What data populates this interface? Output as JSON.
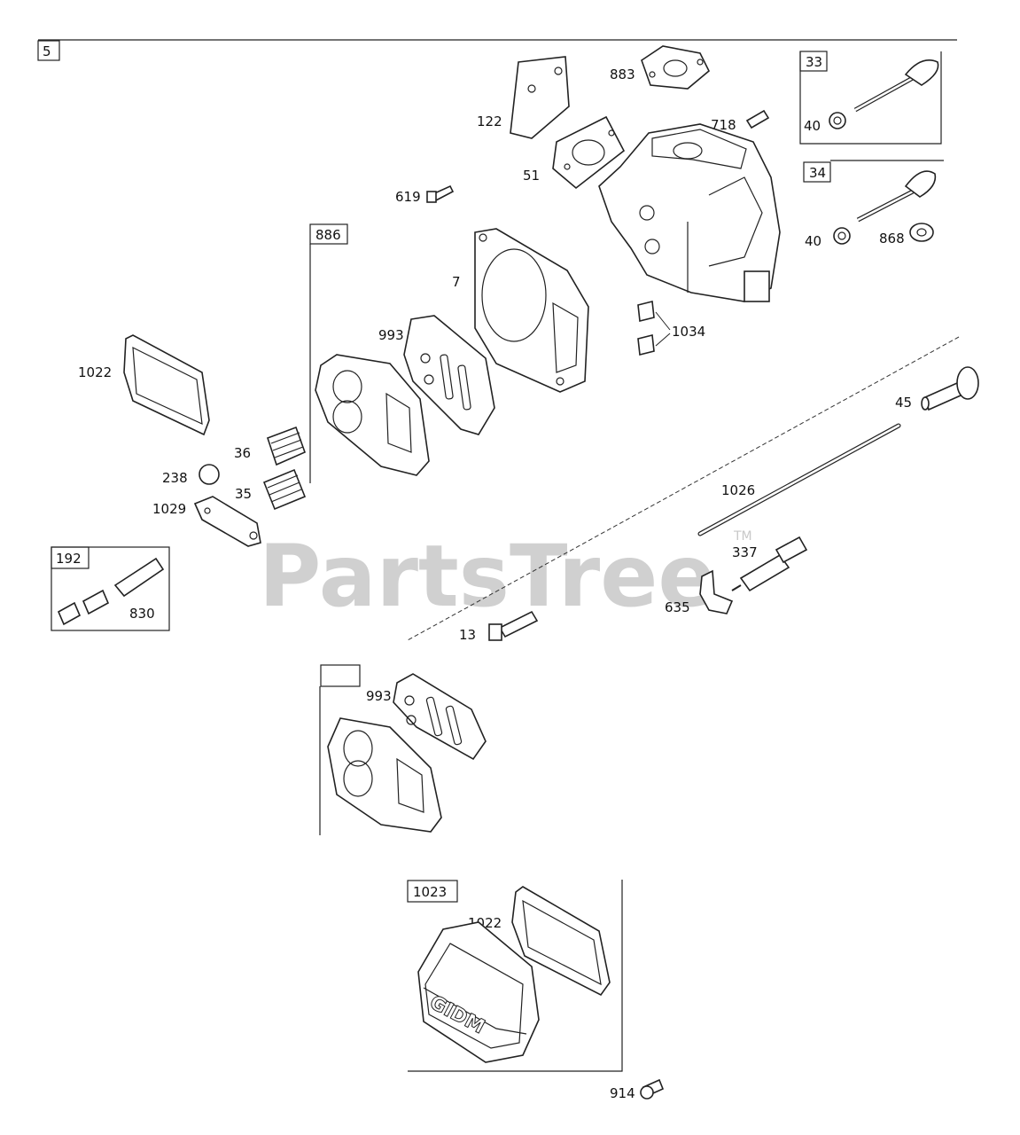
{
  "watermark": {
    "text": "PartsTree",
    "mark": "TM"
  },
  "boxes": {
    "main": "5",
    "exhaust_valve": "33",
    "intake_valve": "34",
    "gasket_kit": "886",
    "spark_plug_kit": "192",
    "alt_gasket_kit": "",
    "cover_kit": "1023"
  },
  "parts": {
    "p883": "883",
    "p122": "122",
    "p718": "718",
    "p51": "51",
    "p619": "619",
    "p40a": "40",
    "p40b": "40",
    "p868": "868",
    "p7": "7",
    "p1034": "1034",
    "p993": "993",
    "p1022": "1022",
    "p45": "45",
    "p36": "36",
    "p238": "238",
    "p35": "35",
    "p1029": "1029",
    "p1026": "1026",
    "p337": "337",
    "p830": "830",
    "p635": "635",
    "p13": "13",
    "p993b": "993",
    "p1022b": "1022",
    "p914": "914"
  },
  "cover_logo": "GIDM"
}
